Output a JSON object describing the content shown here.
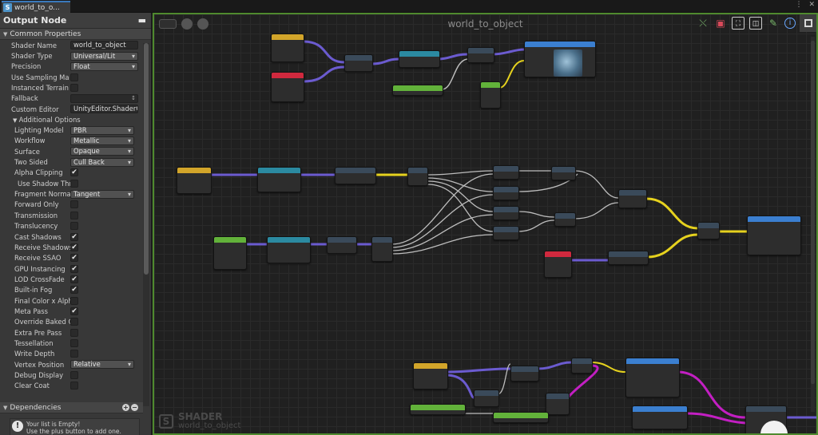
{
  "tab": {
    "title": "world_to_o...",
    "icon": "S"
  },
  "inspector": {
    "title": "Output Node",
    "common_header": "Common Properties",
    "shader_name_label": "Shader Name",
    "shader_name": "world_to_object",
    "shader_type_label": "Shader Type",
    "shader_type": "Universal/Lit",
    "precision_label": "Precision",
    "precision": "Float",
    "use_sampling_label": "Use Sampling Ma",
    "instanced_terrain_label": "Instanced Terrain",
    "fallback_label": "Fallback",
    "fallback": "",
    "custom_editor_label": "Custom Editor",
    "custom_editor": "UnityEditor.ShaderG",
    "additional_header": "Additional Options",
    "lighting_model_label": "Lighting Model",
    "lighting_model": "PBR",
    "workflow_label": "Workflow",
    "workflow": "Metallic",
    "surface_label": "Surface",
    "surface": "Opaque",
    "two_sided_label": "Two Sided",
    "two_sided": "Cull Back",
    "alpha_clipping_label": "Alpha Clipping",
    "use_shadow_label": "Use Shadow Thre",
    "fragment_normal_label": "Fragment Normal S",
    "fragment_normal": "Tangent",
    "forward_only_label": "Forward Only",
    "transmission_label": "Transmission",
    "translucency_label": "Translucency",
    "cast_shadows_label": "Cast Shadows",
    "receive_shadows_label": "Receive Shadows",
    "receive_ssao_label": "Receive SSAO",
    "gpu_instancing_label": "GPU Instancing",
    "lod_crossfade_label": "LOD CrossFade",
    "builtin_fog_label": "Built-in Fog",
    "final_color_label": "Final Color x Alpha",
    "meta_pass_label": "Meta Pass",
    "override_baked_label": "Override Baked GI",
    "extra_pre_pass_label": "Extra Pre Pass",
    "tessellation_label": "Tessellation",
    "write_depth_label": "Write Depth",
    "vertex_position_label": "Vertex Position",
    "vertex_position": "Relative",
    "debug_display_label": "Debug Display",
    "clear_coat_label": "Clear Coat",
    "check": "✔",
    "dependencies_header": "Dependencies",
    "empty_line1": "Your list is Empty!",
    "empty_line2": "Use the plus button to add one.",
    "plus": "+",
    "minus": "−"
  },
  "graph": {
    "title": "world_to_object",
    "watermark_top": "SHADER",
    "watermark_bottom": "world_to_object",
    "colors": {
      "border": "#4f8a2e",
      "purple": "#6b5bd0",
      "yellow": "#e6d21e",
      "magenta": "#c31fc3",
      "white": "#bdbdbd"
    }
  }
}
